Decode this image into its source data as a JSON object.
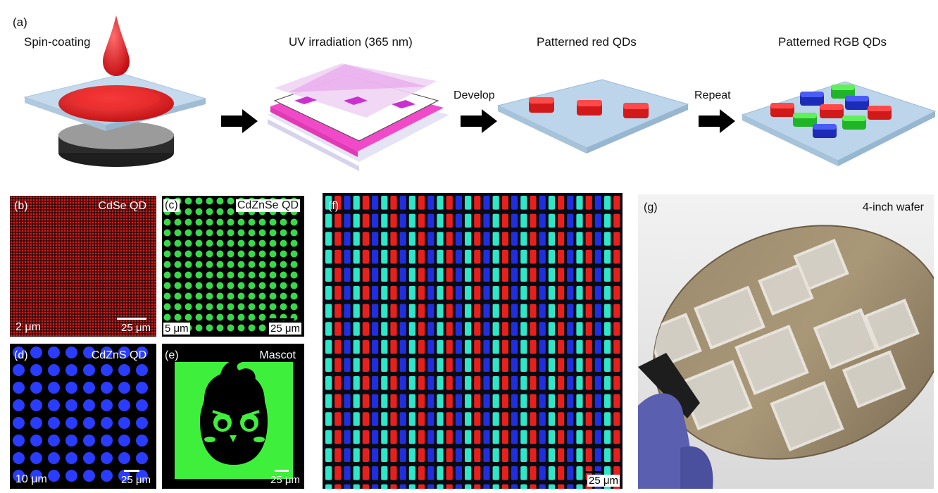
{
  "panel_a": {
    "label": "(a)",
    "steps": [
      {
        "title": "Spin-coating"
      },
      {
        "title": "UV irradiation (365 nm)"
      },
      {
        "title": "Patterned red QDs"
      },
      {
        "title": "Patterned RGB QDs"
      }
    ],
    "arrows": [
      {
        "label": ""
      },
      {
        "label": "Develop"
      },
      {
        "label": "Repeat"
      }
    ]
  },
  "panel_b": {
    "label": "(b)",
    "material": "CdSe QD",
    "feature_size": "2 μm",
    "scale": "25 μm",
    "dot_color": "#c41f1f"
  },
  "panel_c": {
    "label": "(c)",
    "material": "CdZnSe QD",
    "feature_size": "5 μm",
    "scale": "25 μm",
    "dot_color": "#38d94a"
  },
  "panel_d": {
    "label": "(d)",
    "material": "CdZnS QD",
    "feature_size": "10 μm",
    "scale": "25 μm",
    "dot_color": "#2a3cff"
  },
  "panel_e": {
    "label": "(e)",
    "material": "Mascot",
    "scale": "25 μm",
    "fill_color": "#3ef03b"
  },
  "panel_f": {
    "label": "(f)",
    "scale": "25 μm",
    "stripe_colors": [
      "#2ee6c8",
      "#e8201c",
      "#1f2fe0"
    ]
  },
  "panel_g": {
    "label": "(g)",
    "caption": "4-inch wafer"
  }
}
